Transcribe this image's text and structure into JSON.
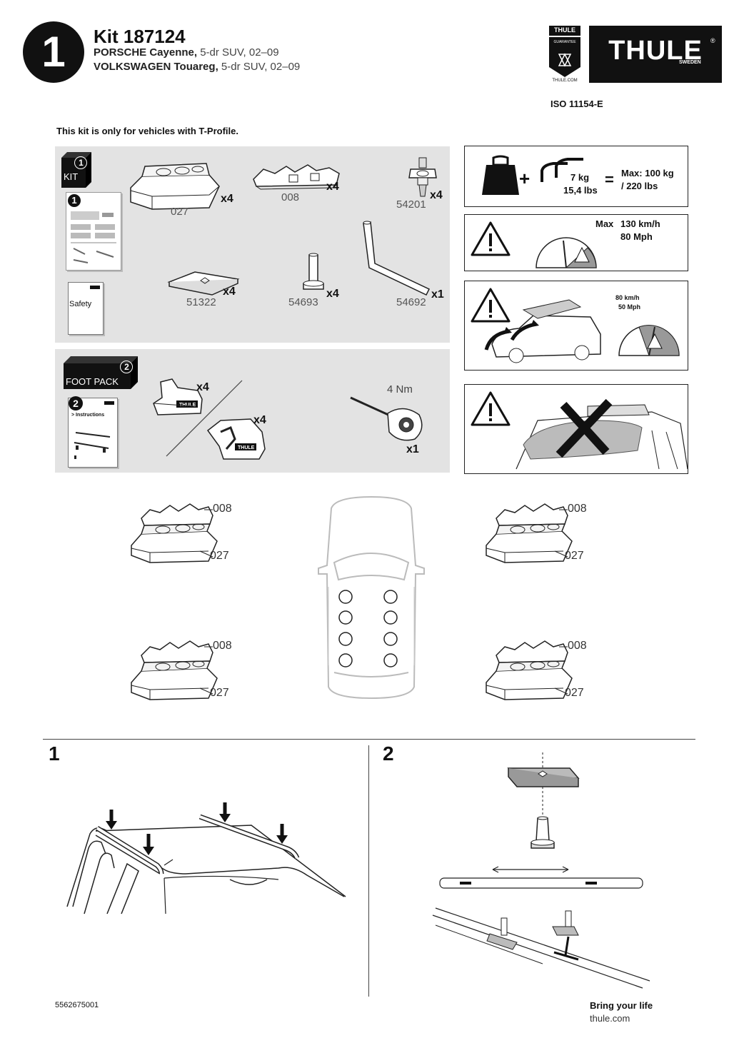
{
  "header": {
    "step_number": "1",
    "kit_title": "Kit 187124",
    "vehicles": [
      {
        "make": "PORSCHE Cayenne,",
        "spec": " 5-dr SUV, 02–09"
      },
      {
        "make": "VOLKSWAGEN Touareg,",
        "spec": " 5-dr SUV, 02–09"
      }
    ],
    "brand": "THULE",
    "brand_sub": "SWEDEN",
    "guarantee_badge": {
      "top": "THULE",
      "mid": "GUARANTEE",
      "bottom": "THULE.COM"
    },
    "iso": "ISO 11154-E"
  },
  "notice": "This kit is only for vehicles with T-Profile.",
  "kit_panel": {
    "badge_num": "1",
    "badge_label": "KIT",
    "safety_label": "Safety",
    "parts": [
      {
        "code": "027",
        "qty": "x4"
      },
      {
        "code": "008",
        "qty": "x4"
      },
      {
        "code": "54201",
        "qty": "x4"
      },
      {
        "code": "51322",
        "qty": "x4"
      },
      {
        "code": "54693",
        "qty": "x4"
      },
      {
        "code": "54692",
        "qty": "x1"
      }
    ]
  },
  "foot_panel": {
    "badge_num": "2",
    "badge_label": "FOOT PACK",
    "doc_label": "> Instructions",
    "foot_a_qty": "x4",
    "foot_b_qty": "x4",
    "tool_torque": "4 Nm",
    "tool_qty": "x1"
  },
  "load_box": {
    "bars_weight_kg": "7 kg",
    "bars_weight_lbs": "15,4 lbs",
    "max_kg": "Max: 100 kg",
    "max_lbs": "/ 220 lbs"
  },
  "speed_box": {
    "max_label": "Max",
    "kmh": "130 km/h",
    "mph": "80 Mph"
  },
  "wind_box": {
    "kmh": "80 km/h",
    "mph": "50 Mph"
  },
  "positions": {
    "upper_label": "008",
    "lower_label": "027"
  },
  "steps": {
    "step1": "1",
    "step2": "2"
  },
  "footer": {
    "doc_number": "5562675001",
    "tagline": "Bring your life",
    "url": "thule.com"
  }
}
